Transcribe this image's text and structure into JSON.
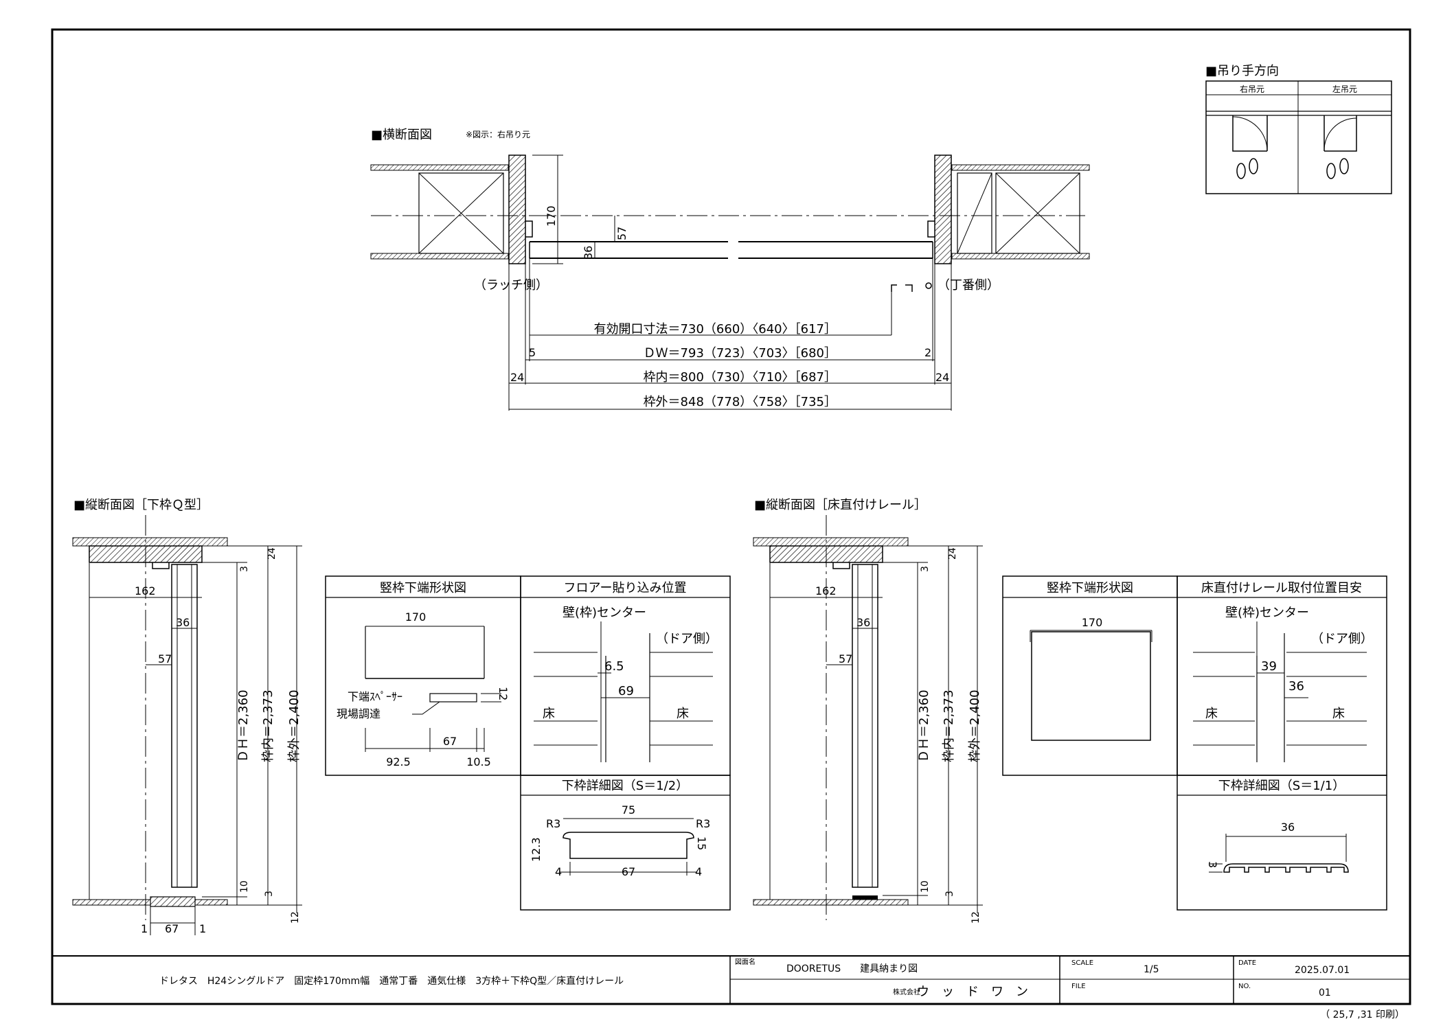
{
  "hinge_direction": {
    "title": "■吊り手方向",
    "right": "右吊元",
    "left": "左吊元"
  },
  "horizontal_section": {
    "title": "■横断面図",
    "note": "※図示：右吊り元",
    "latch_side": "（ラッチ側）",
    "hinge_side": "（丁番側）",
    "dim_170": "170",
    "dim_57": "57",
    "dim_36": "36",
    "dim_5": "5",
    "dim_2": "2",
    "dim_24_left": "24",
    "dim_24_right": "24",
    "effective_opening": "有効開口寸法＝730（660）〈640〉［617］",
    "dw": "ＤＷ＝793（723）〈703〉［680］",
    "frame_inner": "枠内＝800（730）〈710〉［687］",
    "frame_outer": "枠外＝848（778）〈758〉［735］"
  },
  "vertical_section_q": {
    "title": "■縦断面図［下枠Ｑ型］",
    "dim_162": "162",
    "dim_36": "36",
    "dim_57": "57",
    "dim_3_top": "3",
    "dim_24": "24",
    "dh": "ＤＨ＝2,360",
    "frame_inner": "枠内＝2,373",
    "frame_outer": "枠外＝2,400",
    "dim_10": "10",
    "dim_3_bottom": "3",
    "dim_12": "12",
    "dim_1_left": "1",
    "dim_67": "67",
    "dim_1_right": "1"
  },
  "table_q": {
    "head_left": "竪枠下端形状図",
    "head_right": "フロアー貼り込み位置",
    "dim_170": "170",
    "dim_12": "12",
    "spacer_line1": "下端ｽﾍﾟｰｻｰ",
    "spacer_line2": "現場調達",
    "dim_67": "67",
    "dim_92_5": "92.5",
    "dim_10_5": "10.5",
    "wall_center": "壁(枠)センター",
    "door_side": "（ドア側）",
    "dim_6_5": "6.5",
    "dim_69": "69",
    "floor_left": "床",
    "floor_right": "床",
    "detail_title": "下枠詳細図（S＝1/2）",
    "dim_75": "75",
    "r3_left": "R3",
    "r3_right": "R3",
    "dim_12_3": "12.3",
    "dim_15": "15",
    "dim_4_left": "4",
    "dim_67b": "67",
    "dim_4_right": "4"
  },
  "vertical_section_rail": {
    "title": "■縦断面図［床直付けレール］",
    "dim_162": "162",
    "dim_36": "36",
    "dim_57": "57",
    "dim_3_top": "3",
    "dim_24": "24",
    "dh": "ＤＨ＝2,360",
    "frame_inner": "枠内＝2,373",
    "frame_outer": "枠外＝2,400",
    "dim_10": "10",
    "dim_3_bottom": "3",
    "dim_12": "12"
  },
  "table_rail": {
    "head_left": "竪枠下端形状図",
    "head_right": "床直付けレール取付位置目安",
    "dim_170": "170",
    "wall_center": "壁(枠)センター",
    "door_side": "（ドア側）",
    "dim_39": "39",
    "dim_36": "36",
    "floor_left": "床",
    "floor_right": "床",
    "detail_title": "下枠詳細図（S＝1/1）",
    "dim_36b": "36",
    "dim_3": "3"
  },
  "title_block": {
    "description": "ドレタス　H24シングルドア　固定枠170mm幅　通常丁番　通気仕様　3方枠＋下枠Q型／床直付けレール",
    "drawing_name_label": "図面名",
    "drawing_name": "DOORETUS　　建具納まり図",
    "company_prefix": "株式会社",
    "company": "ウ　ッ　ド　ワ　ン",
    "scale_label": "SCALE",
    "scale": "1/5",
    "file_label": "FILE",
    "date_label": "DATE",
    "date": "2025.07.01",
    "no_label": "NO.",
    "no": "01",
    "print_note": "（ 25,7 ,31 印刷）"
  }
}
